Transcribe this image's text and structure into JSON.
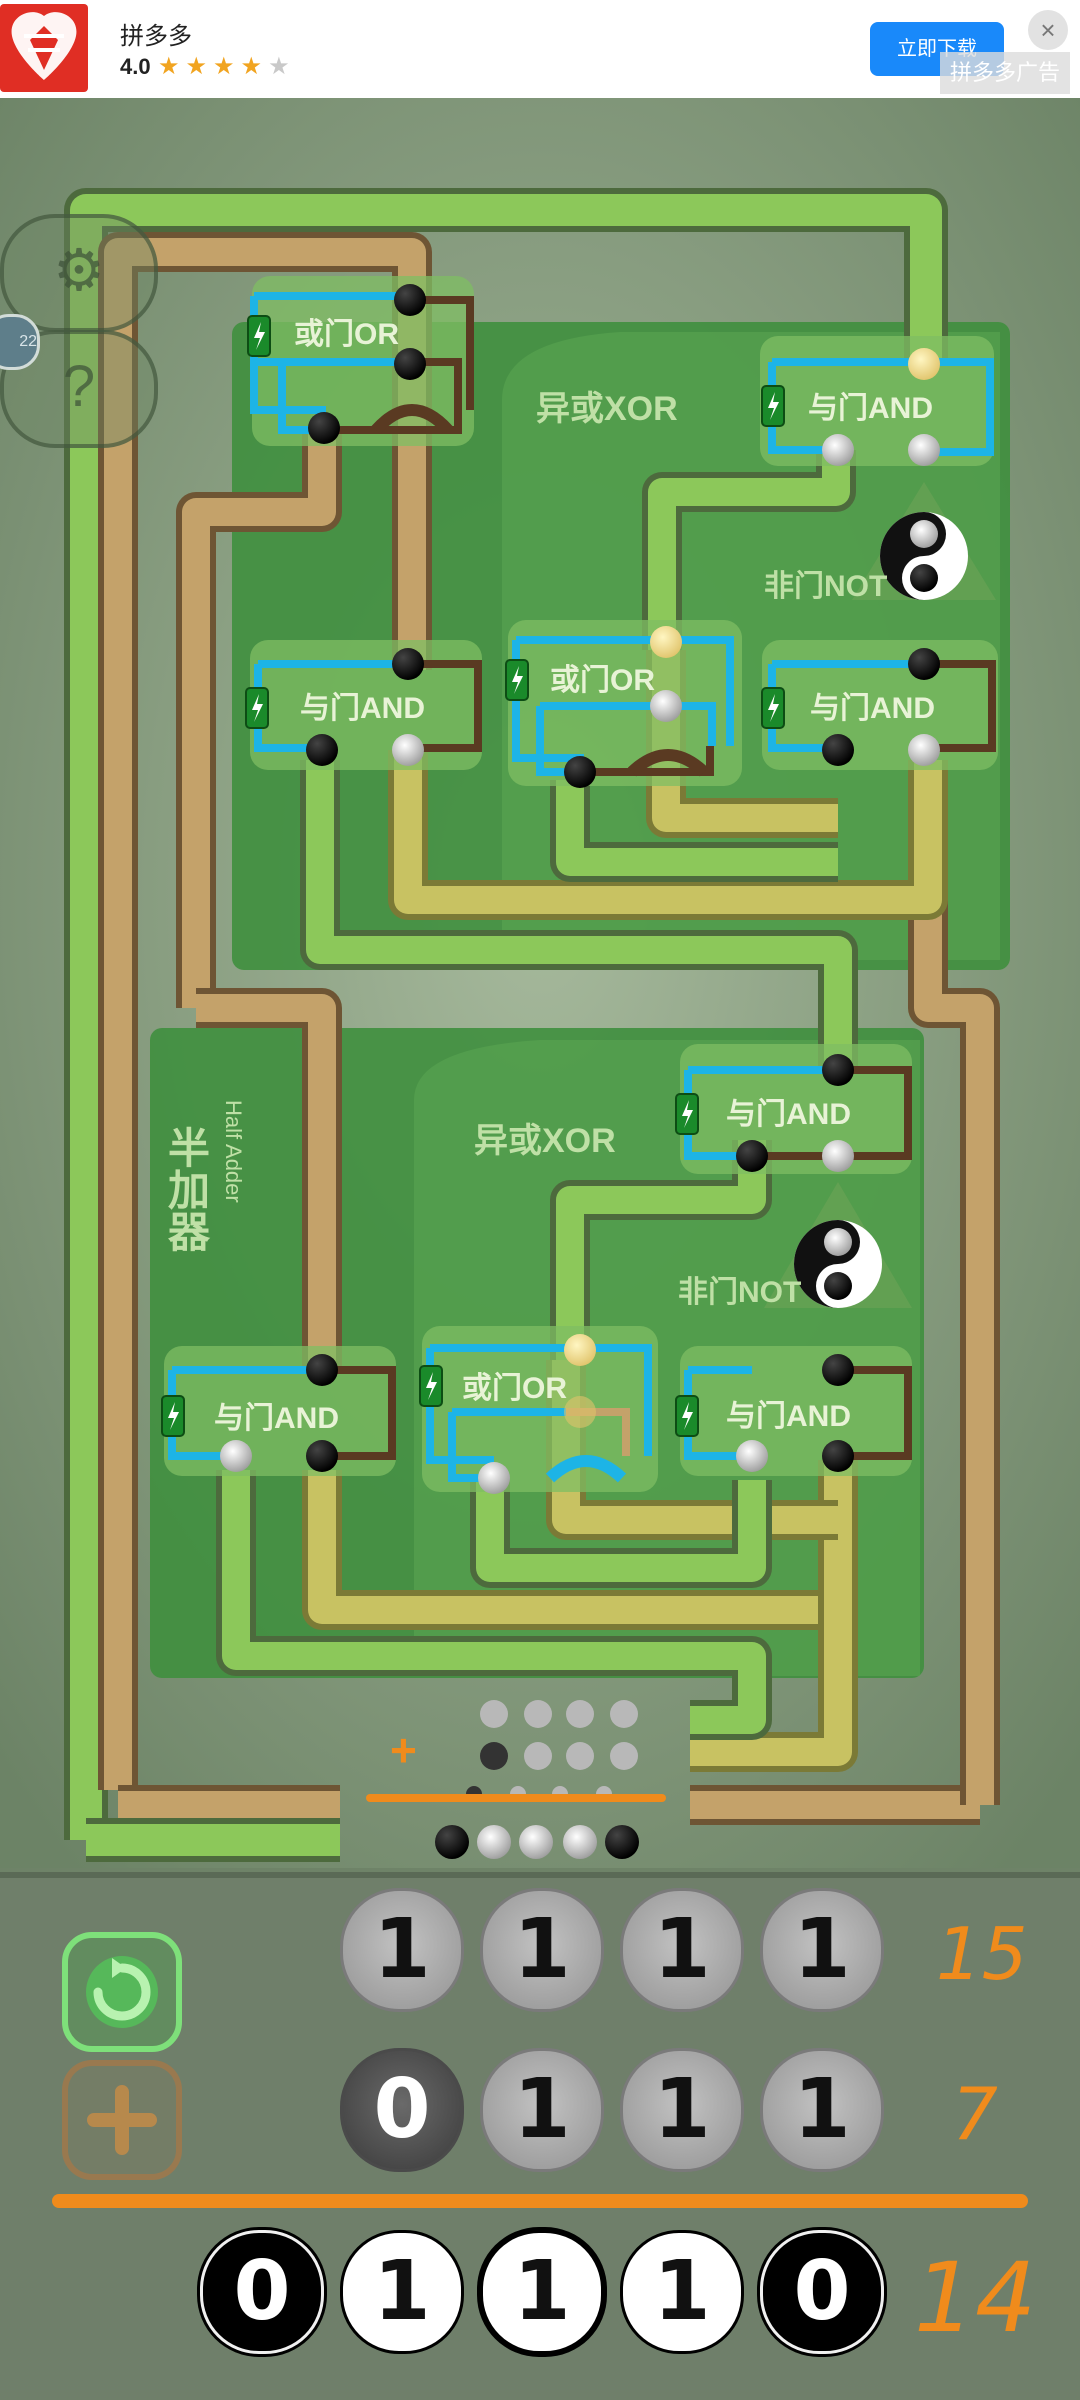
{
  "ad": {
    "app_name": "拼多多",
    "rating": "4.0",
    "stars": [
      "★",
      "★",
      "★",
      "★",
      "★"
    ],
    "stars_filled": 4,
    "download_label": "立即下载",
    "close_icon": "×",
    "ad_label": "拼多多广告",
    "logo_icon": "pinduoduo-logo",
    "button_color": "#1989fa",
    "brand_color": "#e02e24"
  },
  "side_buttons": {
    "settings_icon": "⚙",
    "help_icon": "?",
    "level_label": "22"
  },
  "circuit": {
    "top_section": {
      "gates": [
        {
          "label": "或门OR"
        },
        {
          "label": "与门AND"
        },
        {
          "label": "异或XOR"
        },
        {
          "label": "与门AND"
        },
        {
          "label": "非门NOT"
        },
        {
          "label": "或门OR"
        },
        {
          "label": "与门AND"
        }
      ]
    },
    "half_adder": {
      "title": "半加器",
      "subtitle": "Half Adder",
      "gates": [
        {
          "label": "异或XOR"
        },
        {
          "label": "与门AND"
        },
        {
          "label": "非门NOT"
        },
        {
          "label": "与门AND"
        },
        {
          "label": "或门OR"
        },
        {
          "label": "与门AND"
        }
      ]
    },
    "plus_icon": "+",
    "counter_dots": {
      "row1": [
        "light",
        "light",
        "light",
        "light"
      ],
      "row2": [
        "dark",
        "light",
        "light",
        "light"
      ],
      "row3": [
        "dark",
        "light",
        "light",
        "light"
      ],
      "balls": [
        "black",
        "white",
        "white",
        "white",
        "black"
      ]
    },
    "wire_colors": {
      "green": "#8cc85a",
      "tan": "#c4a26a",
      "yellow": "#c8c262",
      "cyan": "#1db4e6",
      "brown": "#5a3a22"
    }
  },
  "panel": {
    "reset_icon": "↻",
    "add_icon": "+",
    "row_a": {
      "bits": [
        "1",
        "1",
        "1",
        "1"
      ],
      "value": "15"
    },
    "row_b": {
      "bits": [
        "0",
        "1",
        "1",
        "1"
      ],
      "value": "7"
    },
    "row_sum": {
      "bits": [
        "0",
        "1",
        "1",
        "1",
        "0"
      ],
      "value": "14"
    }
  }
}
